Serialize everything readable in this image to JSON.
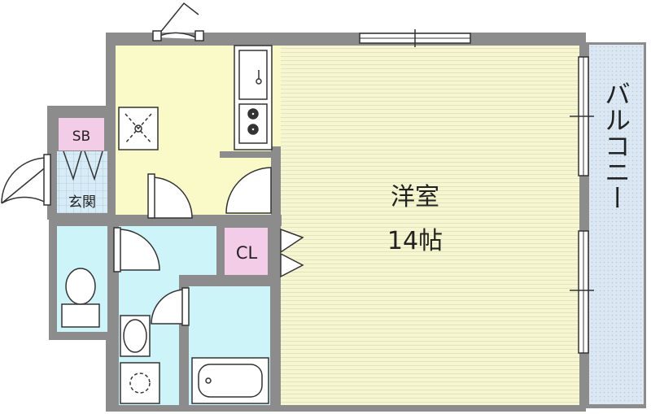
{
  "rooms": {
    "western_room": {
      "name": "洋室",
      "size": "14帖"
    },
    "balcony": {
      "name": "バルコニー"
    },
    "entrance": {
      "name": "玄関"
    },
    "shoe_box": {
      "name": "SB"
    },
    "closet": {
      "name": "CL"
    }
  },
  "colors": {
    "western_room": "#f6f7d2",
    "kitchen": "#fafac8",
    "wet_area": "#cdf4f8",
    "entrance": "#d7ecf7",
    "storage": "#f3cde8",
    "balcony": "#dbe8f3",
    "wall": "#8c8c8c"
  }
}
